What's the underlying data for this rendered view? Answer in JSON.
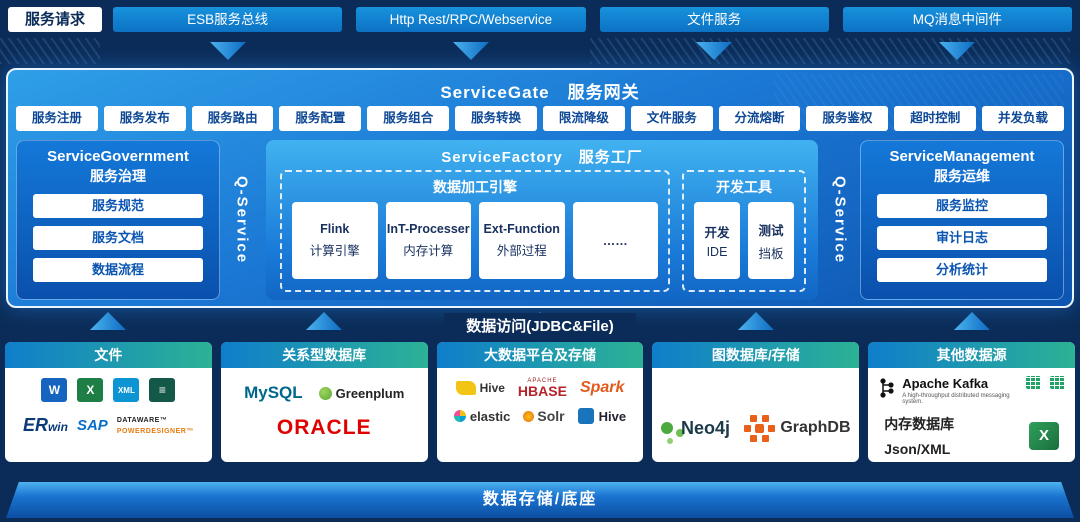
{
  "topbar": {
    "request_label": "服务请求",
    "buttons": [
      {
        "label": "ESB服务总线"
      },
      {
        "label": "Http Rest/RPC/Webservice"
      },
      {
        "label": "文件服务"
      },
      {
        "label": "MQ消息中间件"
      }
    ]
  },
  "gateway": {
    "title": "ServiceGate　服务网关",
    "items": [
      {
        "label": "服务注册"
      },
      {
        "label": "服务发布"
      },
      {
        "label": "服务路由"
      },
      {
        "label": "服务配置"
      },
      {
        "label": "服务组合"
      },
      {
        "label": "服务转换"
      },
      {
        "label": "限流降级"
      },
      {
        "label": "文件服务"
      },
      {
        "label": "分流熔断"
      },
      {
        "label": "服务鉴权"
      },
      {
        "label": "超时控制"
      },
      {
        "label": "并发负载"
      }
    ]
  },
  "governance": {
    "title_en": "ServiceGovernment",
    "title_zh": "服务治理",
    "items": [
      {
        "label": "服务规范"
      },
      {
        "label": "服务文档"
      },
      {
        "label": "数据流程"
      }
    ]
  },
  "qservice_left": {
    "label": "Q-Service"
  },
  "qservice_right": {
    "label": "Q-Service"
  },
  "factory": {
    "title": "ServiceFactory　服务工厂",
    "engine": {
      "title": "数据加工引擎",
      "items": [
        {
          "line1": "Flink",
          "line2": "计算引擎"
        },
        {
          "line1": "InT-Processer",
          "line2": "内存计算"
        },
        {
          "line1": "Ext-Function",
          "line2": "外部过程"
        },
        {
          "line1": "……",
          "line2": ""
        }
      ]
    },
    "devtools": {
      "title": "开发工具",
      "items": [
        {
          "line1": "开发",
          "line2": "IDE"
        },
        {
          "line1": "测试",
          "line2": "挡板"
        }
      ]
    }
  },
  "management": {
    "title_en": "ServiceManagement",
    "title_zh": "服务运维",
    "items": [
      {
        "label": "服务监控"
      },
      {
        "label": "审计日志"
      },
      {
        "label": "分析统计"
      }
    ]
  },
  "data_access": {
    "label": "数据访问(JDBC&File)"
  },
  "cards": [
    {
      "title": "文件",
      "icons": [
        {
          "name": "word-file",
          "glyph": "W"
        },
        {
          "name": "excel-file",
          "glyph": "X"
        },
        {
          "name": "xml-file",
          "glyph": "XML"
        },
        {
          "name": "txt-file",
          "glyph": "≡"
        }
      ],
      "brands": {
        "erwin_er": "ER",
        "erwin_win": "win",
        "sap": "SAP",
        "dataware": "DATAWARE™",
        "powerdesigner": "POWERDESIGNER™"
      }
    },
    {
      "title": "关系型数据库",
      "brands": {
        "mysql": "MySQL",
        "greenplum": "Greenplum",
        "oracle": "ORACLE"
      }
    },
    {
      "title": "大数据平台及存储",
      "brands": {
        "hive": "Hive",
        "apache_small": "APACHE",
        "hbase": "HBASE",
        "spark": "Spark",
        "elastic": "elastic",
        "solr": "Solr",
        "hive2": "Hive"
      }
    },
    {
      "title": "图数据库/存储",
      "brands": {
        "neo4j": "Neo4j",
        "graphdb": "GraphDB"
      }
    },
    {
      "title": "其他数据源",
      "brands": {
        "kafka": "Apache Kafka",
        "kafka_sub": "A high-throughput distributed messaging system.",
        "memdb": "内存数据库",
        "jsonxml": "Json/XML",
        "excel_glyph": "X"
      }
    }
  ],
  "footer": {
    "label": "数据存储/底座"
  }
}
